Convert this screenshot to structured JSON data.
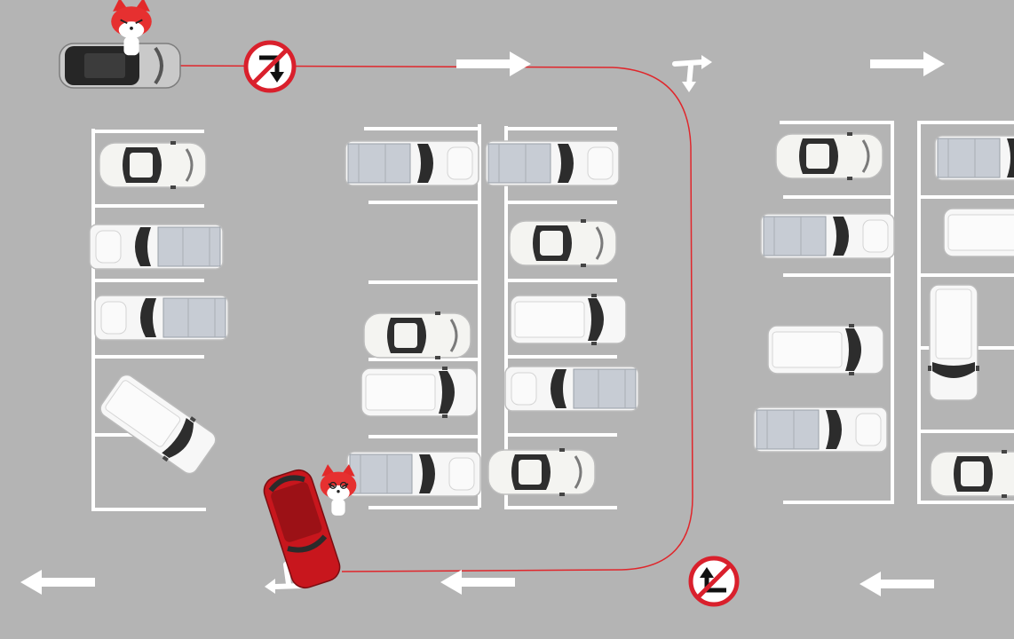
{
  "scene": {
    "asphalt_color": "#b4b4b4",
    "marking_color": "#ffffff",
    "route_color": "#e0262b",
    "sign_red": "#d9202c",
    "car_colors": {
      "white": "#f3f3f3",
      "light": "#e8e8e0",
      "dark_car": "#3a3a3a",
      "red_car": "#c8161d",
      "glass": "#2b2b2b"
    }
  },
  "signs": [
    {
      "name": "no-left-turn-sign",
      "icon": "no-turn-down-arrow"
    },
    {
      "name": "no-u-turn-sign",
      "icon": "no-turn-up-arrow"
    }
  ],
  "characters": [
    {
      "name": "fox-mascot-driver",
      "icon": "fox-face"
    },
    {
      "name": "fox-mascot-dizzy",
      "icon": "fox-face-dizzy"
    }
  ]
}
